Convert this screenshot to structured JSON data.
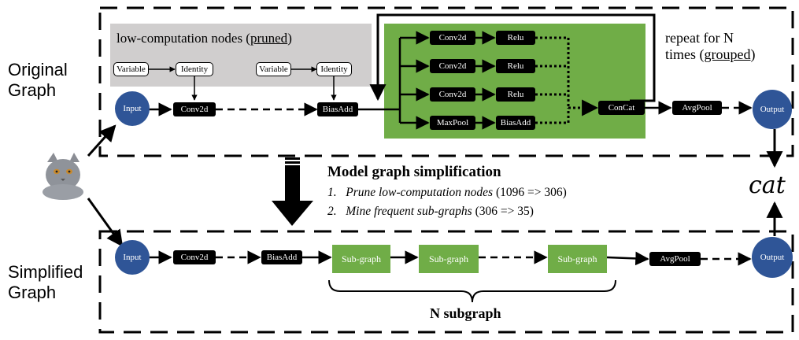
{
  "labels": {
    "original_graph": "Original Graph",
    "simplified_graph": "Simplified Graph",
    "pruned_prefix": "low-computation nodes (",
    "pruned_word": "pruned",
    "pruned_suffix": ")",
    "repeat_line1": "repeat for N",
    "repeat_line2_prefix": "times (",
    "repeat_word": "grouped",
    "repeat_suffix": ")",
    "simplification_title": "Model graph simplification",
    "step1_num": "1.",
    "step1_text": "Prune low-computation nodes",
    "step1_count": "(1096 => 306)",
    "step2_num": "2.",
    "step2_text": "Mine frequent sub-graphs",
    "step2_count": "(306 => 35)",
    "n_subgraph": "N subgraph",
    "cat": "cat"
  },
  "original_nodes": {
    "input": "Input",
    "conv2d": "Conv2d",
    "variable_1": "Variable",
    "identity_1": "Identity",
    "variable_2": "Variable",
    "identity_2": "Identity",
    "biasadd": "BiasAdd",
    "branch1_conv": "Conv2d",
    "branch1_relu": "Relu",
    "branch2_conv": "Conv2d",
    "branch2_relu": "Relu",
    "branch3_conv": "Conv2d",
    "branch3_relu": "Relu",
    "branch4_maxpool": "MaxPool",
    "branch4_biasadd": "BiasAdd",
    "concat": "ConCat",
    "avgpool": "AvgPool",
    "output": "Output"
  },
  "simplified_nodes": {
    "input": "Input",
    "conv2d": "Conv2d",
    "biasadd": "BiasAdd",
    "subgraph_1": "Sub-graph",
    "subgraph_2": "Sub-graph",
    "subgraph_3": "Sub-graph",
    "avgpool": "AvgPool",
    "output": "Output"
  },
  "colors": {
    "pruned_region": "#d0cece",
    "inception_block": "#70ad47",
    "subgraph_node": "#70ad47",
    "io_node": "#2f5597",
    "op_node": "#000000"
  }
}
